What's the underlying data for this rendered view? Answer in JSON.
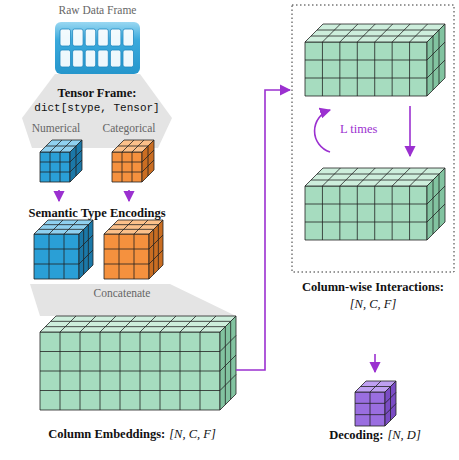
{
  "diagram": {
    "nodes": [
      {
        "text": [
          "Raw Data Frame"
        ]
      },
      {
        "text": [
          "Numerical"
        ]
      },
      {
        "text": [
          "Categorical"
        ]
      },
      {
        "text": [
          "Column Embeddings:",
          "[N, C, F]"
        ]
      },
      {
        "text": [
          "L times",
          "Column-wise Interactions:",
          "[N, C, F]"
        ]
      },
      {
        "text": [
          "Decoding:",
          "[N, D]"
        ]
      }
    ],
    "edges": [
      {
        "from": 3,
        "to": 4,
        "arrow": "to"
      },
      {
        "from": 4,
        "to": 5,
        "arrow": "to"
      }
    ],
    "labels": [
      "Tensor Frame:",
      "dict[stype, Tensor]",
      "Semantic Type Encodings",
      "Concatenate"
    ]
  }
}
